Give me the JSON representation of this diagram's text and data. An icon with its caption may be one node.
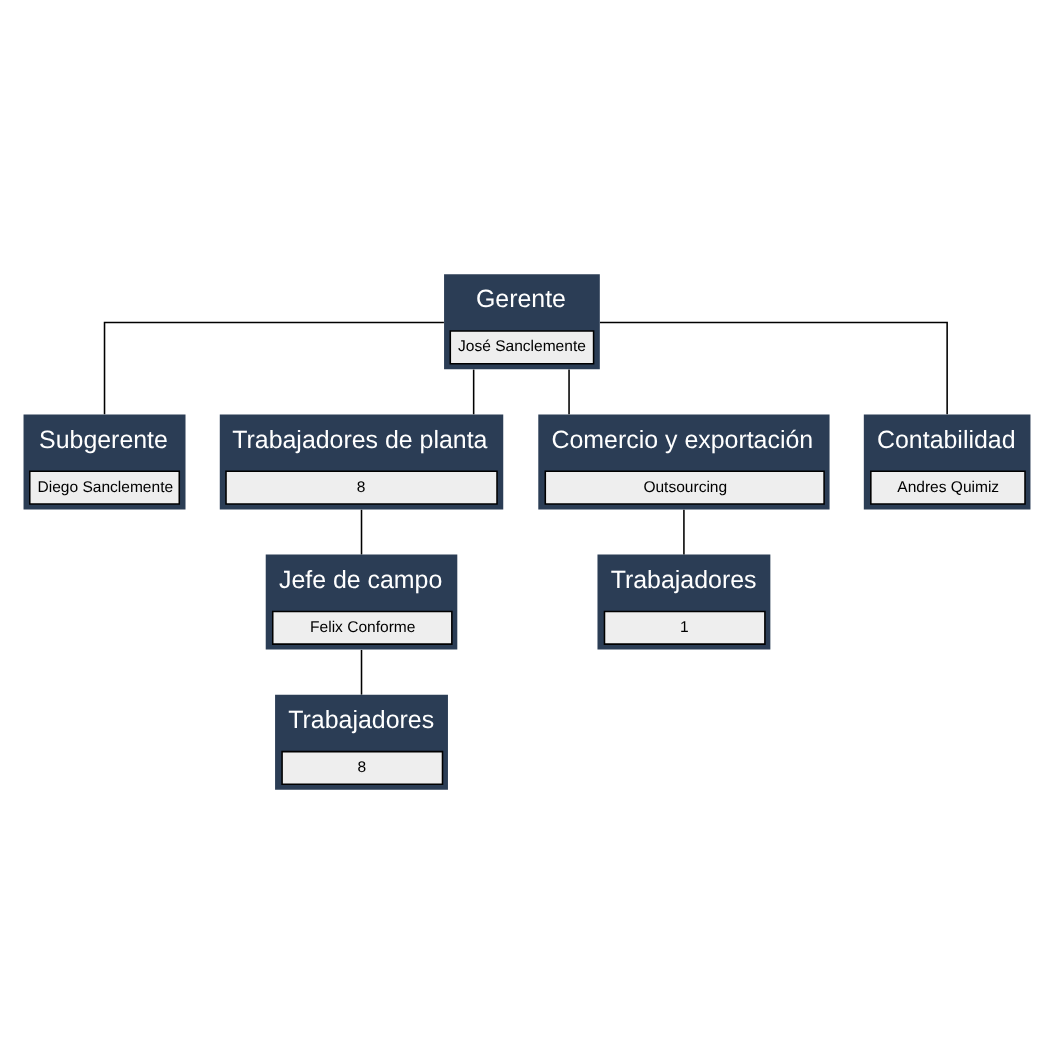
{
  "diagram": {
    "nodes": [
      {
        "text": [
          "Gerente",
          "José Sanclemente"
        ]
      },
      {
        "text": [
          "Subgerente",
          "Diego Sanclemente"
        ]
      },
      {
        "text": [
          "Trabajadores de planta",
          "8"
        ]
      },
      {
        "text": [
          "Comercio y exportación",
          "Outsourcing"
        ]
      },
      {
        "text": [
          "Contabilidad",
          "Andres Quimiz"
        ]
      },
      {
        "text": [
          "Jefe de campo",
          "Felix Conforme"
        ]
      },
      {
        "text": [
          "Trabajadores",
          "1"
        ]
      },
      {
        "text": [
          "Trabajadores",
          "8"
        ]
      }
    ],
    "edges": [
      {
        "from": 0,
        "to": 1,
        "arrow": "none"
      },
      {
        "from": 0,
        "to": 2,
        "arrow": "none"
      },
      {
        "from": 0,
        "to": 3,
        "arrow": "none"
      },
      {
        "from": 0,
        "to": 4,
        "arrow": "none"
      },
      {
        "from": 2,
        "to": 5,
        "arrow": "none"
      },
      {
        "from": 5,
        "to": 7,
        "arrow": "none"
      },
      {
        "from": 3,
        "to": 6,
        "arrow": "none"
      }
    ]
  }
}
